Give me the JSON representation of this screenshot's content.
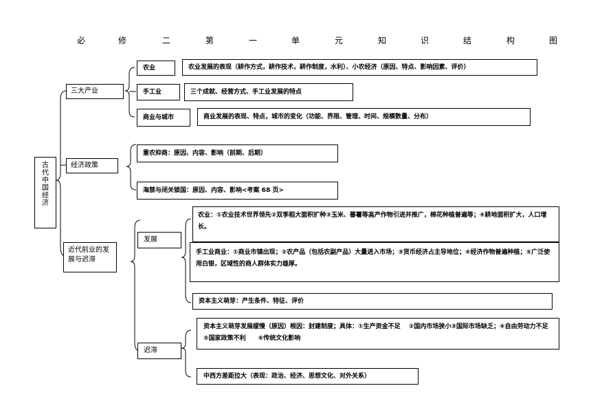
{
  "title": {
    "chars": [
      "必",
      "修",
      "二",
      "第",
      "一",
      "单",
      "元",
      "知",
      "识",
      "结",
      "构",
      "图"
    ]
  },
  "root": {
    "label": "古代中国经济"
  },
  "level1": {
    "industries": "三大产业",
    "policy": "经济政策",
    "late": "近代前业的发展与迟滞"
  },
  "industries": {
    "agri_label": "农业",
    "agri_text": "农业发展的表现（耕作方式，耕作技术，耕作制度，水利）、小农经济（原因、特点、影响因素、评价）",
    "craft_label": "手工业",
    "craft_text": "三个成就、经营方式、手工业发展的特点",
    "commerce_label": "商业与城市",
    "commerce_text": "商业发展的表现、特点，城市的变化（功能、界限、管理、时间、规模数量、分布）"
  },
  "policy": {
    "p1": "重农抑商：原因、内容、影响（前期、后期）",
    "p2": "海禁与闭关锁国：原因、内容、影响<考案 68 页>"
  },
  "late": {
    "dev_label": "发展",
    "stag_label": "迟滞",
    "dev_agri": "农业：①农业技术世界领先②双季稻大面积扩种③玉米、蕃薯等高产作物引进并推广，棉花种植普遍等；④耕地面积扩大，人口增长。",
    "dev_craft": "手工业商业：①商业市镇出现；②农产品（包括农副产品）大量进入市场；③货币经济占主导地位；④经济作物普遍种植；⑤广泛使用白银，区域性的商人群体实力雄厚。",
    "dev_cap": "资本主义萌芽：产生条件、特征、评价",
    "stag_cause": "资本主义萌芽发展缓慢（原因）根因：封建制度；具体：①生产资金不足　 ②国内市场狭小③国际市场缺乏；④自由劳动力不足⑤国家政策不利　　⑥传统文化影响",
    "stag_gap": "中西方差距拉大（表现：政治、经济、思想文化、对外关系）"
  }
}
